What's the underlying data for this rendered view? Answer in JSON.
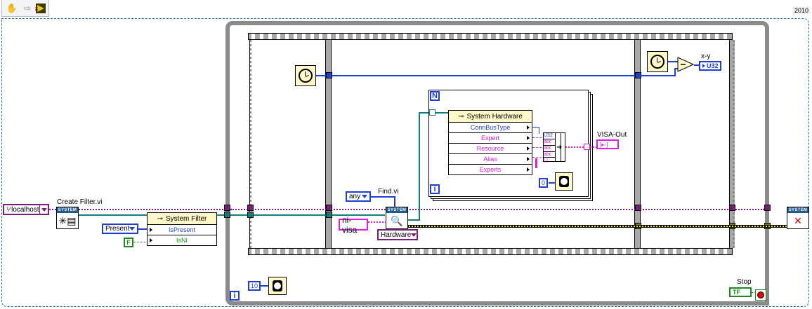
{
  "toolbar": {
    "icons": [
      "hand-icon",
      "arrow-right-icon",
      "vi-icon"
    ]
  },
  "version_label": "2010",
  "left": {
    "host_control": "localhost",
    "create_filter_label": "Create Filter.vi",
    "subvi_header": "SYSTEM",
    "present_ring": "Present",
    "false_const": "F",
    "system_filter": {
      "title": "System Filter",
      "rows": [
        "IsPresent",
        "IsNI"
      ]
    }
  },
  "loop": {
    "wait_const": "10",
    "iteration_label": "i",
    "stop_label": "Stop",
    "stop_indicator": "TF"
  },
  "sequence": {
    "find_label": "Find.vi",
    "any_ring": "any",
    "ni_visa_const": "ni-visa",
    "hardware_ring": "Hardware",
    "for_loop": {
      "count_label": "N",
      "iteration_label": "i",
      "wait_const": "0",
      "system_hardware": {
        "title": "System Hardware",
        "rows": [
          {
            "label": "ConnBusType",
            "color": "#1f3fd1"
          },
          {
            "label": "Expert",
            "color": "#e01ee0"
          },
          {
            "label": "Resource",
            "color": "#e01ee0"
          },
          {
            "label": "Alias",
            "color": "#e01ee0"
          },
          {
            "label": "Experts",
            "color": "#e01ee0"
          }
        ]
      },
      "bundle_types": [
        "U32",
        "abc",
        "abc",
        "abc",
        "[ ]"
      ]
    },
    "visa_out_label": "VISA-Out",
    "visa_out_indicator": "[▸▫]",
    "xy_label": "x-y",
    "xy_indicator": "U32",
    "subtract_symbol": "−"
  },
  "colors": {
    "blue_wire": "#1f3fd1",
    "teal_wire": "#157a7a",
    "purple_wire": "#7b1b7b",
    "pink_wire": "#e01ee0",
    "green": "#1d8a1d",
    "loop_border": "#8a8a8a",
    "sequence_border": "#1c6ea4"
  }
}
